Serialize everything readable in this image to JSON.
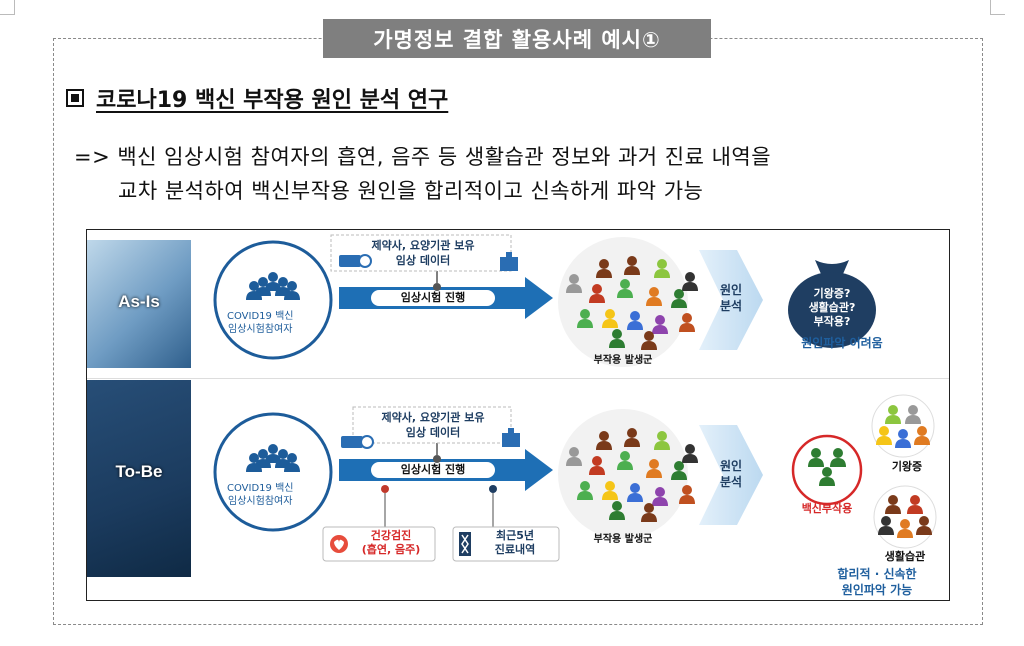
{
  "title": "가명정보 결합 활용사례 예시①",
  "heading": "코로나19 백신 부작용 원인 분석 연구",
  "body_line1": "=> 백신 임상시험 참여자의 흡연, 음주 등 생활습관 정보와 과거 진료 내역을",
  "body_line2": "교차 분석하여 백신부작용 원인을 합리적이고 신속하게 파악 가능",
  "asis": {
    "label": "As-Is",
    "participants_line1": "COVID19 백신",
    "participants_line2": "임상시험참여자",
    "data_line1": "제약사, 요양기관 보유",
    "data_line2": "임상 데이터",
    "trial": "임상시험 진행",
    "group": "부작용 발생군",
    "analysis_line1": "원인",
    "analysis_line2": "분석",
    "bag_line1": "기왕증?",
    "bag_line2": "생활습관?",
    "bag_line3": "부작용?",
    "result": "원인파악 어려움"
  },
  "tobe": {
    "label": "To-Be",
    "participants_line1": "COVID19 백신",
    "participants_line2": "임상시험참여자",
    "data_line1": "제약사, 요양기관 보유",
    "data_line2": "임상 데이터",
    "trial": "임상시험 진행",
    "checkup_line1": "건강검진",
    "checkup_line2": "(흡연, 음주)",
    "records_line1": "최근5년",
    "records_line2": "진료내역",
    "group": "부작용 발생군",
    "analysis_line1": "원인",
    "analysis_line2": "분석",
    "side_effect": "백신부작용",
    "history": "기왕증",
    "lifestyle": "생활습관",
    "result_line1": "합리적 · 신속한",
    "result_line2": "원인파악 가능"
  },
  "colors": {
    "title_bg": "#7f7f7f",
    "accent_blue": "#1f5f9e",
    "arrow_blue": "#1e6fb5",
    "red": "#d62828"
  }
}
